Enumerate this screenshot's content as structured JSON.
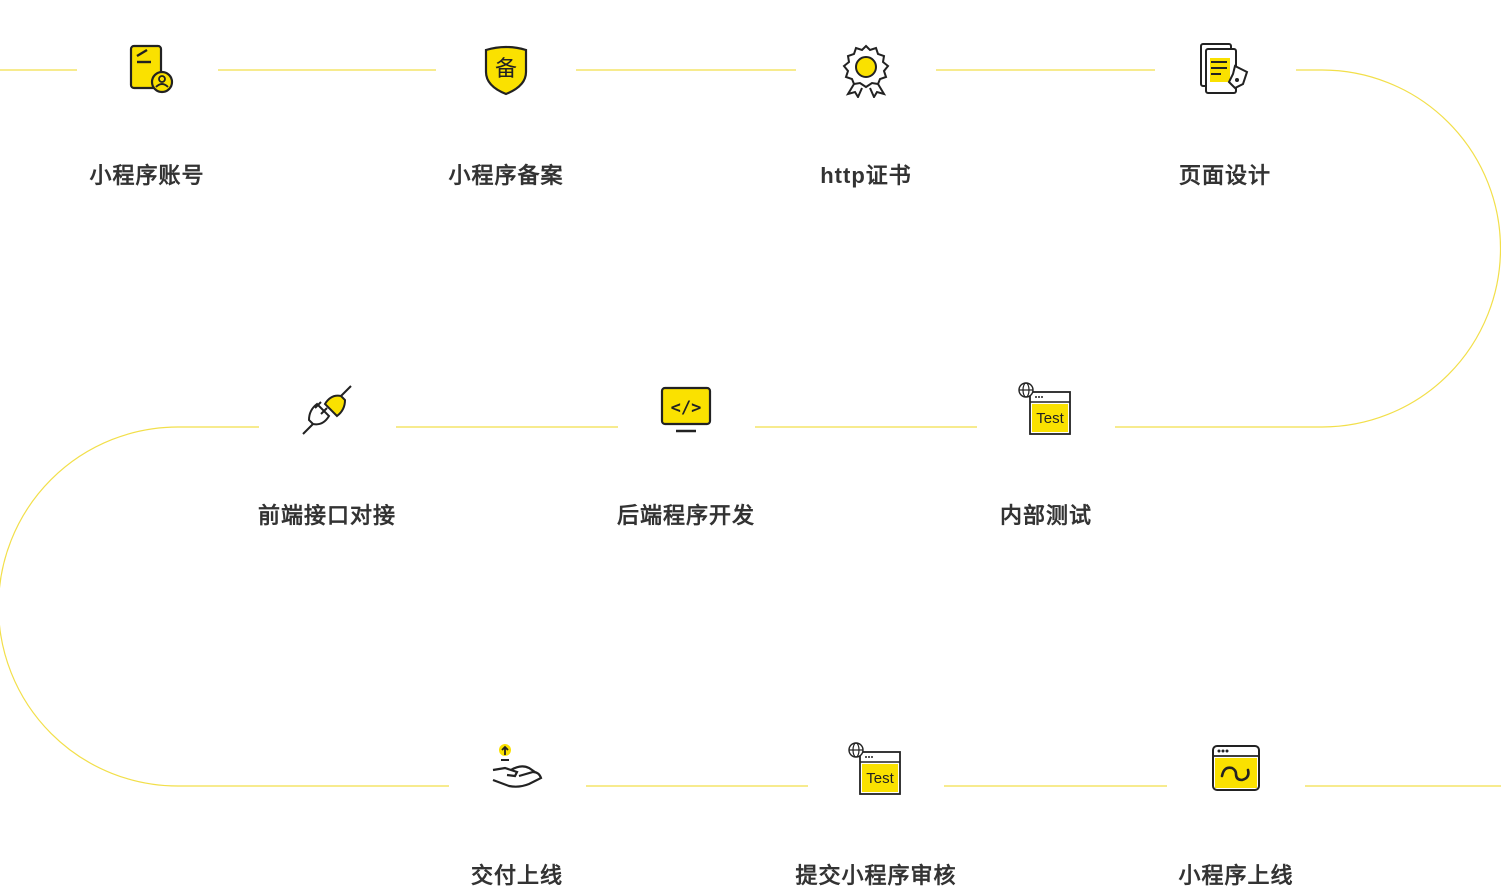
{
  "colors": {
    "accent": "#FAE100",
    "line": "#F2DF4A",
    "ink": "#333333",
    "icon_stroke": "#222222"
  },
  "steps": [
    {
      "label": "小程序账号",
      "icon": "document-user-icon"
    },
    {
      "label": "小程序备案",
      "icon": "shield-filing-icon",
      "badge": "备"
    },
    {
      "label": "http证书",
      "icon": "certificate-badge-icon"
    },
    {
      "label": "页面设计",
      "icon": "design-pen-document-icon"
    },
    {
      "label": "前端接口对接",
      "icon": "plug-connect-icon"
    },
    {
      "label": "后端程序开发",
      "icon": "code-monitor-icon",
      "badge": "</>"
    },
    {
      "label": "内部测试",
      "icon": "web-test-icon",
      "badge": "Test"
    },
    {
      "label": "交付上线",
      "icon": "hand-deliver-icon"
    },
    {
      "label": "提交小程序审核",
      "icon": "web-test-icon",
      "badge": "Test"
    },
    {
      "label": "小程序上线",
      "icon": "miniprogram-window-icon"
    }
  ]
}
